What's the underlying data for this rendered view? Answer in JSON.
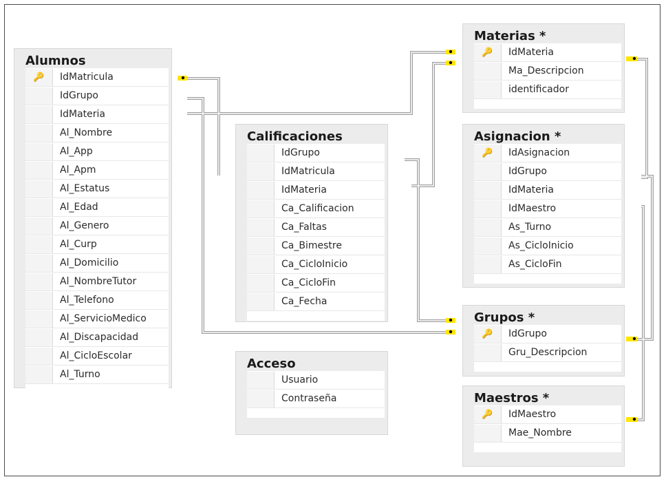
{
  "icons": {
    "primary_key": "key-icon",
    "relationship_end": "yellow-dot-connector-icon"
  },
  "colors": {
    "key_yellow": "#d4a017",
    "connector_gray": "#9e9e9e",
    "connector_yellow": "#ffe600",
    "table_bg": "#ececec"
  },
  "tables": {
    "alumnos": {
      "title": "Alumnos",
      "columns": [
        "IdMatricula",
        "IdGrupo",
        "IdMateria",
        "Al_Nombre",
        "Al_App",
        "Al_Apm",
        "Al_Estatus",
        "Al_Edad",
        "Al_Genero",
        "Al_Curp",
        "Al_Domicilio",
        "Al_NombreTutor",
        "Al_Telefono",
        "Al_ServicioMedico",
        "Al_Discapacidad",
        "Al_CicloEscolar",
        "Al_Turno"
      ]
    },
    "calificaciones": {
      "title": "Calificaciones",
      "columns": [
        "IdGrupo",
        "IdMatricula",
        "IdMateria",
        "Ca_Calificacion",
        "Ca_Faltas",
        "Ca_Bimestre",
        "Ca_CicloInicio",
        "Ca_CicloFin",
        "Ca_Fecha"
      ]
    },
    "acceso": {
      "title": "Acceso",
      "columns": [
        "Usuario",
        "Contraseña"
      ]
    },
    "materias": {
      "title": "Materias *",
      "columns": [
        "IdMateria",
        "Ma_Descripcion",
        "identificador"
      ]
    },
    "asignacion": {
      "title": "Asignacion *",
      "columns": [
        "IdAsignacion",
        "IdGrupo",
        "IdMateria",
        "IdMaestro",
        "As_Turno",
        "As_CicloInicio",
        "As_CicloFin"
      ]
    },
    "grupos": {
      "title": "Grupos *",
      "columns": [
        "IdGrupo",
        "Gru_Descripcion"
      ]
    },
    "maestros": {
      "title": "Maestros *",
      "columns": [
        "IdMaestro",
        "Mae_Nombre"
      ]
    }
  }
}
